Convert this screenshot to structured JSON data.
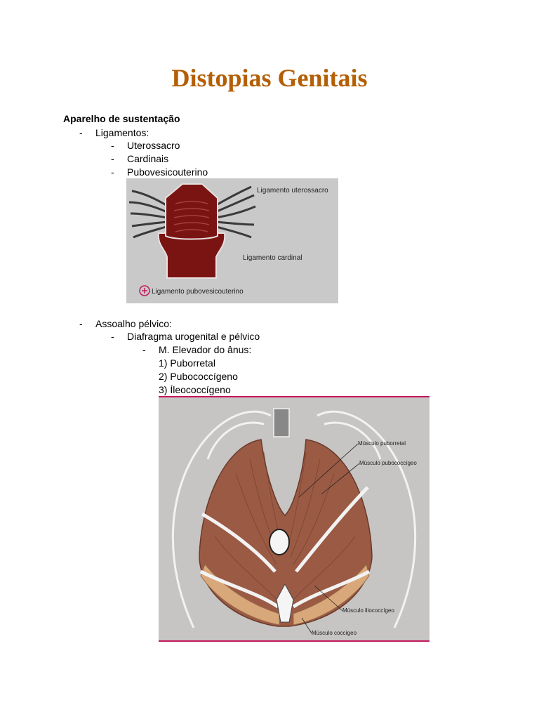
{
  "title": "Distopias Genitais",
  "heading": "Aparelho de sustentação",
  "dash": "-",
  "ligamentos": {
    "label": "Ligamentos:",
    "items": [
      "Uterossacro",
      "Cardinais",
      "Pubovesicouterino"
    ]
  },
  "figure1": {
    "labels": {
      "uterossacro": "Ligamento uterossacro",
      "cardinal": "Ligamento cardinal",
      "pubovesicouterino": "Ligamento pubovesicouterino"
    },
    "colors": {
      "background": "#c9c9c9",
      "organ": "#7a1412",
      "ligament": "#3a3a3a",
      "plus": "#c2185b"
    }
  },
  "assoalho": {
    "label": "Assoalho pélvico:",
    "sub_label": "Diafragma urogenital e pélvico",
    "muscle_label": "M. Elevador do ânus:",
    "muscles": [
      "1) Puborretal",
      "2) Pubococcígeno",
      "3) Íleococcígeno"
    ]
  },
  "figure2": {
    "labels": {
      "puborretal": "Músculo puborretal",
      "pubococcigeo": "Músculo pubococcígeo",
      "iliococcigeo": "Músculo iliococcígeo",
      "coccigeo": "Músculo coccígeo"
    },
    "colors": {
      "background": "#c6c5c3",
      "muscle": "#9a5a44",
      "coccygeus": "#d9a87a",
      "border": "#c2185b"
    }
  }
}
